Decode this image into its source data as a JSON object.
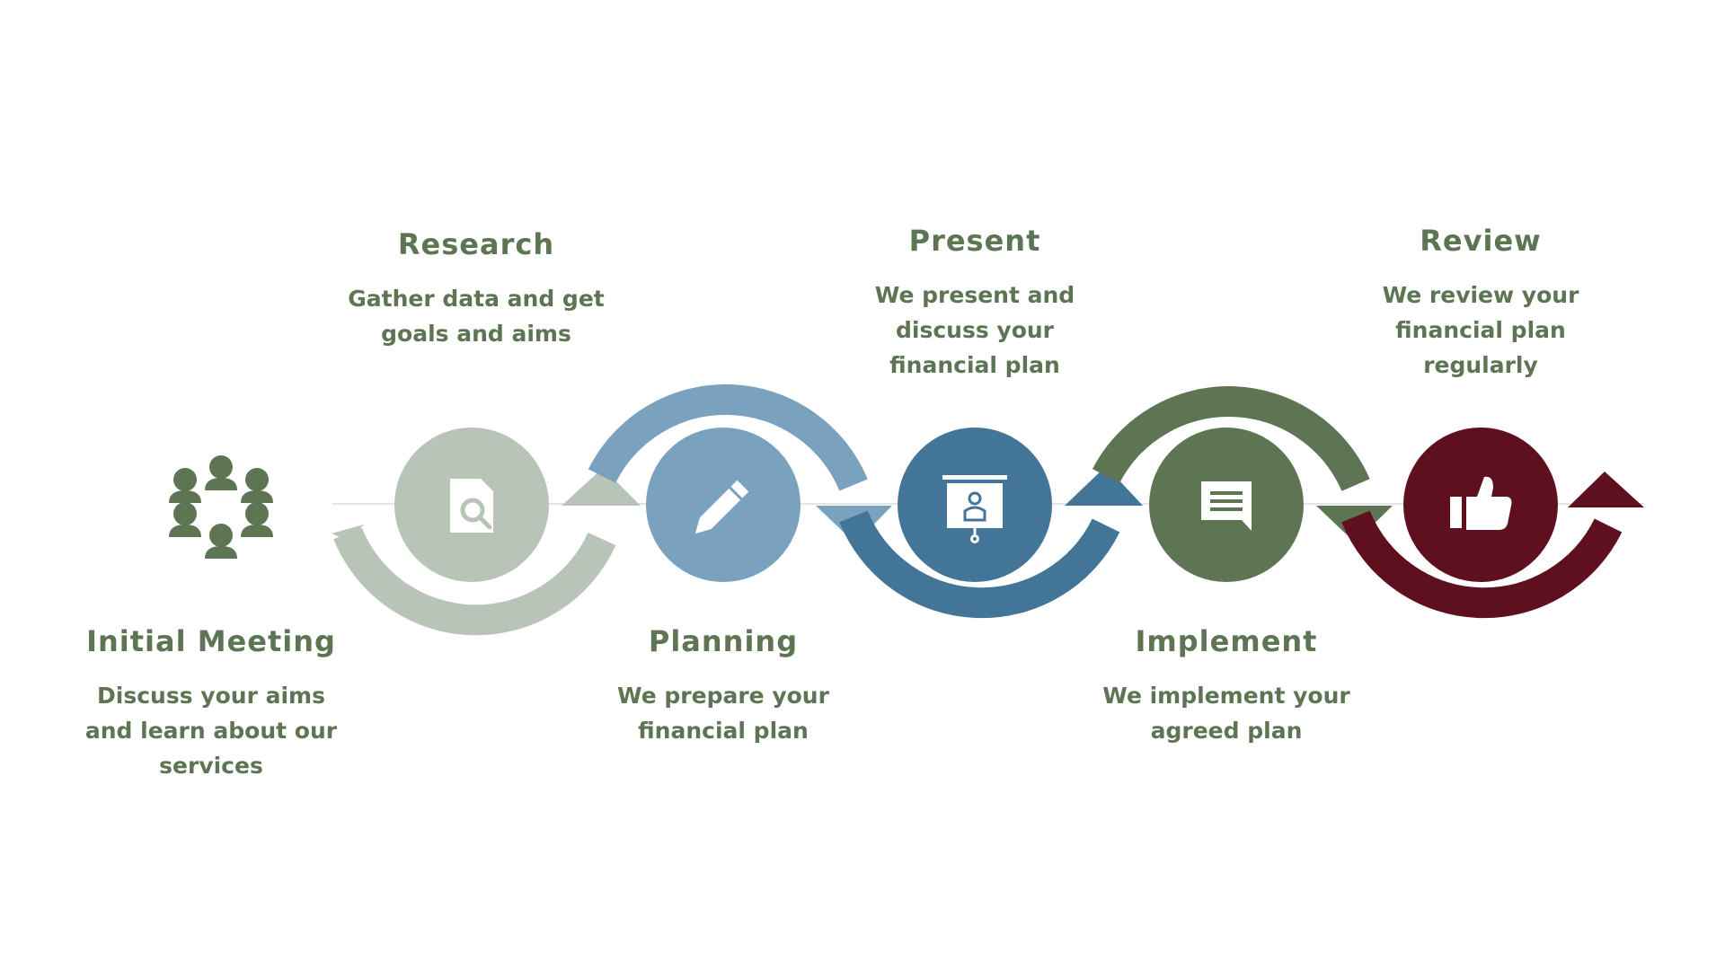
{
  "colors": {
    "text": "#5d7553",
    "research": "#b9c4b8",
    "planning": "#7aa2bf",
    "present": "#427598",
    "implement": "#5d7553",
    "review": "#5e101f",
    "icon_light": "#ffffff"
  },
  "steps": [
    {
      "id": "initial-meeting",
      "title": "Initial Meeting",
      "description": "Discuss your aims\nand learn about our\nservices",
      "icon": "people-group-icon"
    },
    {
      "id": "research",
      "title": "Research",
      "description": "Gather data and get\ngoals and aims",
      "icon": "document-search-icon"
    },
    {
      "id": "planning",
      "title": "Planning",
      "description": "We prepare your\nfinancial plan",
      "icon": "pencil-icon"
    },
    {
      "id": "present",
      "title": "Present",
      "description": "We present and\ndiscuss your\nfinancial plan",
      "icon": "presentation-board-icon"
    },
    {
      "id": "implement",
      "title": "Implement",
      "description": "We implement your\nagreed plan",
      "icon": "speech-bubble-icon"
    },
    {
      "id": "review",
      "title": "Review",
      "description": "We review your\nfinancial plan\nregularly",
      "icon": "thumbs-up-icon"
    }
  ]
}
